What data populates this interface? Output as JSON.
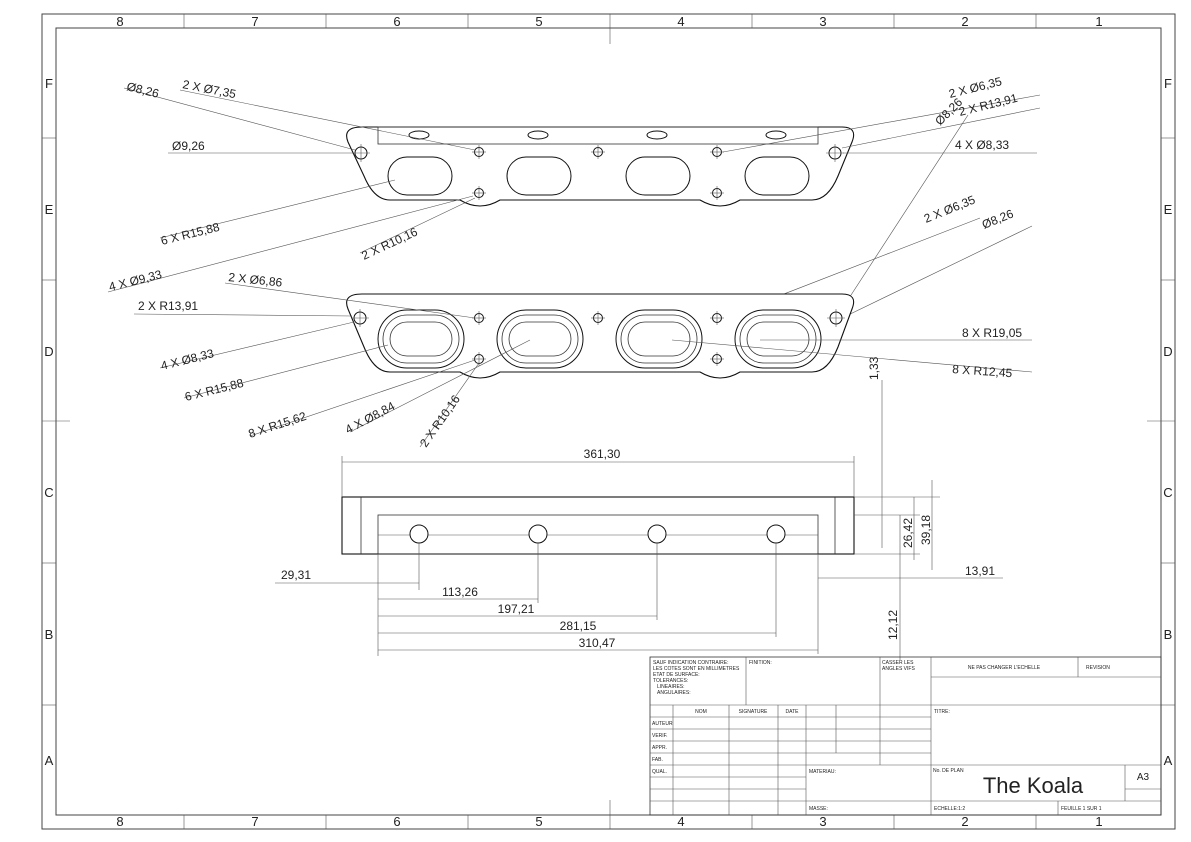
{
  "drawing": {
    "zones": {
      "columns": [
        "8",
        "7",
        "6",
        "5",
        "4",
        "3",
        "2",
        "1"
      ],
      "rows": [
        "F",
        "E",
        "D",
        "C",
        "B",
        "A"
      ]
    },
    "top_view_labels": {
      "d826": "Ø8,26",
      "n2d735": "2 X Ø7,35",
      "d926": "Ø9,26",
      "n6r1588": "6 X R15,88",
      "n2r1016": "2 X R10,16",
      "n4d933": "4 X Ø9,33",
      "n2d635": "2 X Ø6,35",
      "d826b": "Ø8,26",
      "n2r1391": "2 X R13,91",
      "n4d833": "4 X Ø8,33",
      "n2d635b": "2 X Ø6,35",
      "d826c": "Ø8,26"
    },
    "middle_view_labels": {
      "n2d686": "2 X Ø6,86",
      "n2r1391": "2 X R13,91",
      "n4d833": "4 X Ø8,33",
      "n6r1588": "6 X R15,88",
      "n8r1562": "8 X R15,62",
      "n4d884": "4 X Ø8,84",
      "n2r1016": "2 X R10,16",
      "n8r1905": "8 X R19,05",
      "n8r1245": "8 X R12,45",
      "v133": "1,33"
    },
    "side_view_labels": {
      "w36130": "361,30",
      "h2642": "26,42",
      "h3918": "39,18",
      "o2931": "29,31",
      "o11326": "113,26",
      "o19721": "197,21",
      "o28115": "281,15",
      "o31047": "310,47",
      "o1391": "13,91",
      "o1212": "12,12"
    },
    "title_block": {
      "general_note": [
        "SAUF INDICATION CONTRAIRE:",
        "LES COTES SONT EN MILLIMETRES",
        "ETAT DE SURFACE:",
        "TOLERANCES:",
        "LINEAIRES:",
        "ANGULAIRES:"
      ],
      "finition": "FINITION:",
      "cassure": [
        "CASSER LES",
        "ANGLES VIFS"
      ],
      "no_scale": "NE PAS CHANGER L'ECHELLE",
      "revision": "REVISION",
      "nom": "NOM",
      "signature": "SIGNATURE",
      "date": "DATE",
      "roles": [
        "AUTEUR",
        "VERIF.",
        "APPR.",
        "FAB.",
        "QUAL."
      ],
      "titre": "TITRE:",
      "materiau": "MATERIAU:",
      "no_plan": "No. DE PLAN",
      "title": "The Koala",
      "sheet_size": "A3",
      "masse": "MASSE:",
      "echelle": "ECHELLE:1:2",
      "feuille": "FEUILLE 1 SUR 1"
    }
  }
}
